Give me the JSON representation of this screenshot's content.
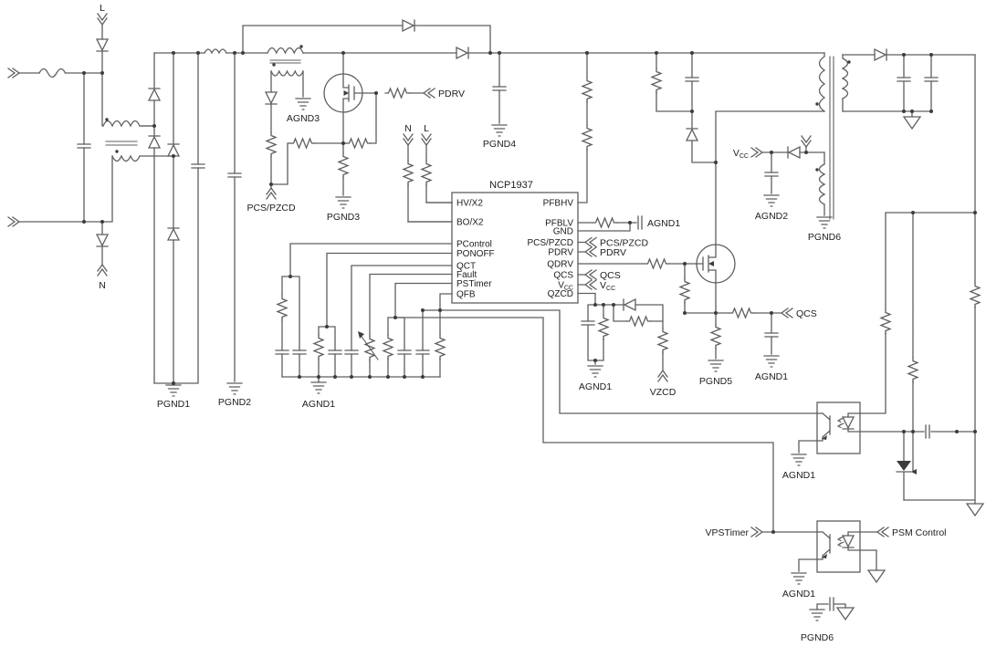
{
  "schematic": {
    "ic": {
      "part": "NCP1937",
      "pins_left": [
        "HV/X2",
        "BO/X2",
        "PControl",
        "PONOFF",
        "QCT",
        "Fault",
        "PSTimer",
        "QFB"
      ],
      "pins_right": [
        "PFBHV",
        "PFBLV",
        "GND",
        "PCS/PZCD",
        "PDRV",
        "QDRV",
        "QCS",
        "VCC",
        "QZCD"
      ]
    },
    "nets": {
      "line": "L",
      "neutral": "N",
      "pdrv": "PDRV",
      "pcs_pzcd": "PCS/PZCD",
      "qcs": "QCS",
      "vcc_v": "V",
      "vcc_sub": "CC",
      "vzcd": "VZCD",
      "vpstimer": "VPSTimer",
      "psm_control": "PSM Control"
    },
    "grounds": {
      "pgnd1": "PGND1",
      "pgnd2": "PGND2",
      "pgnd3": "PGND3",
      "pgnd4": "PGND4",
      "pgnd5": "PGND5",
      "pgnd6": "PGND6",
      "agnd1": "AGND1",
      "agnd2": "AGND2",
      "agnd3": "AGND3"
    },
    "colors": {
      "wire": "#5f5f5f",
      "text": "#1d1d1b",
      "background": "#ffffff"
    }
  }
}
